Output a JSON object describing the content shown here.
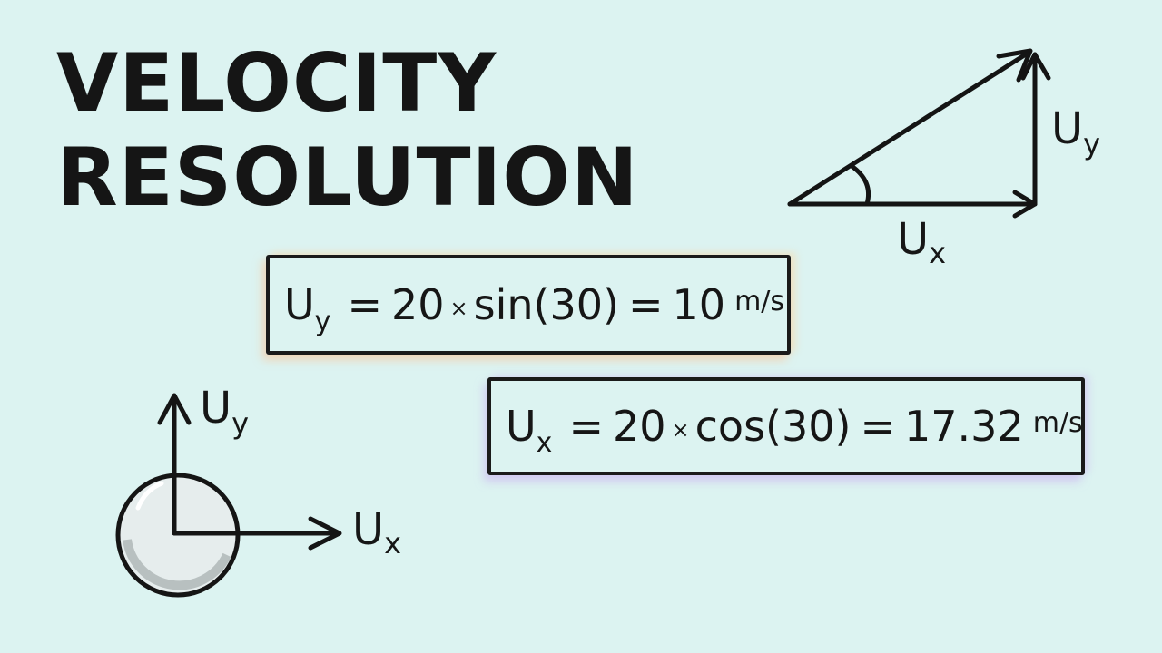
{
  "title": {
    "line1": "VELOCITY",
    "line2": "RESOLUTION"
  },
  "triangle": {
    "vertical_label": {
      "main": "U",
      "sub": "y"
    },
    "horizontal_label": {
      "main": "U",
      "sub": "x"
    }
  },
  "ball": {
    "up_label": {
      "main": "U",
      "sub": "y"
    },
    "right_label": {
      "main": "U",
      "sub": "x"
    }
  },
  "equations": [
    {
      "symbol": "U",
      "subscript": "y",
      "eq1": "=",
      "coefficient": "20",
      "times": "×",
      "function": "sin(30)",
      "eq2": "=",
      "result": "10",
      "unit": "m/s"
    },
    {
      "symbol": "U",
      "subscript": "x",
      "eq1": "=",
      "coefficient": "20",
      "times": "×",
      "function": "cos(30)",
      "eq2": "=",
      "result": "17.32",
      "unit": "m/s"
    }
  ],
  "colors": {
    "background": "#dcf3f1",
    "ink": "#151515",
    "box1_glow": "#ffbe8c",
    "box2_glow": "#c8aaf0"
  }
}
